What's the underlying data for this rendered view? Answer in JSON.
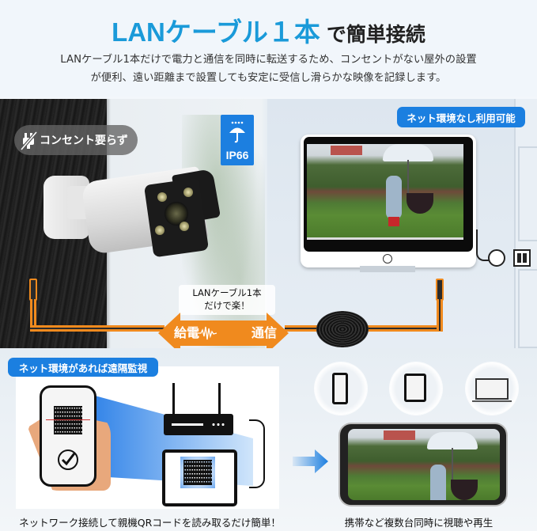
{
  "header": {
    "title_highlight": "LANケーブル１本",
    "title_rest": "で簡単接続",
    "description_line1": "LANケーブル1本だけで電力と通信を同時に転送するため、コンセントがない屋外の設置",
    "description_line2": "が便利、遠い距離まで設置しても安定に受信し滑らかな映像を記録します。",
    "highlight_color": "#1a9ad9"
  },
  "top_section": {
    "no_outlet_badge": "コンセント要らず",
    "waterproof_badge": "IP66",
    "offline_badge": "ネット環境なし利用可能",
    "cable_caption_line1": "LANケーブル1本",
    "cable_caption_line2": "だけで楽！",
    "arrow_left_label": "給電",
    "arrow_right_label": "通信",
    "cable_color": "#f08a1e",
    "badge_color": "#1b7fe0"
  },
  "bottom_section": {
    "remote_badge": "ネット環境があれば遠隔監視",
    "left_caption": "ネットワーク接続して親機QRコードを読み取るだけ簡単！",
    "right_caption": "携帯など複数台同時に視聴や再生",
    "devices": [
      "smartphone-icon",
      "tablet-icon",
      "laptop-icon"
    ]
  }
}
